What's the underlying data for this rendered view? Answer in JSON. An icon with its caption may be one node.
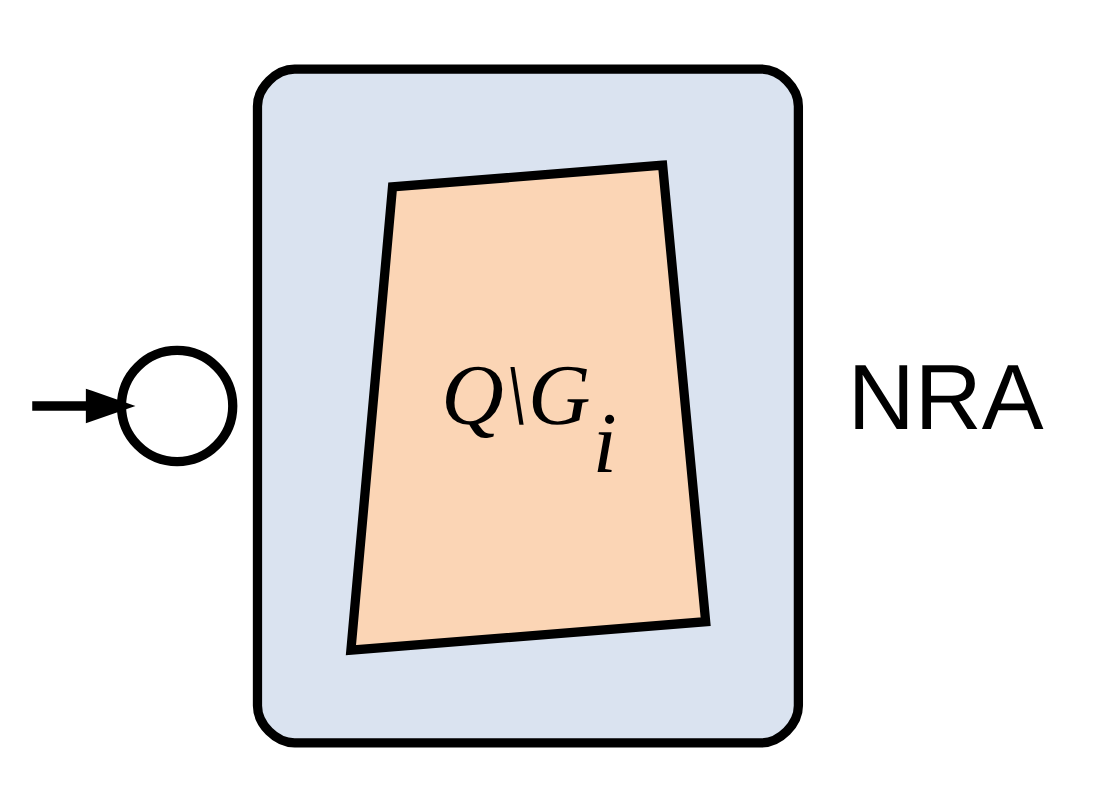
{
  "diagram": {
    "nodes": [
      {
        "text": [],
        "shape": "box",
        "beside": [
          "NRA"
        ]
      },
      {
        "text": [
          "Q\\G$_{i}$"
        ],
        "in": 0
      },
      {
        "text": [],
        "shape": "circle"
      }
    ],
    "edges": [
      {
        "from": null,
        "to": 2,
        "arrow": "to"
      }
    ]
  }
}
